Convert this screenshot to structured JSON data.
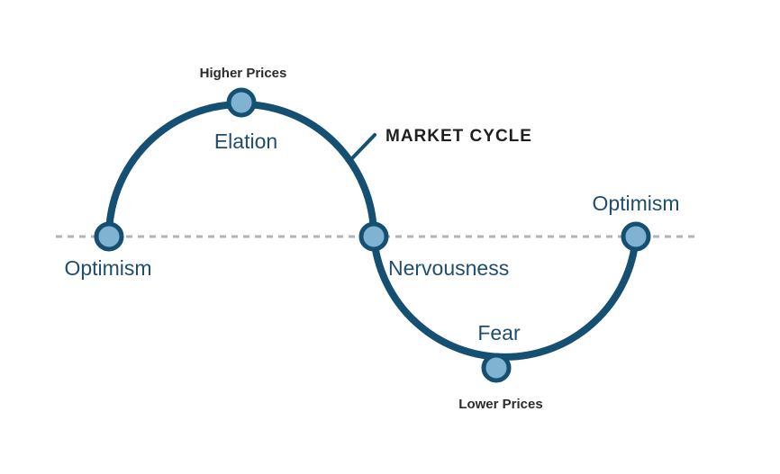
{
  "title": "MARKET CYCLE",
  "labels": {
    "top_marker": "Higher Prices",
    "bottom_marker": "Lower Prices",
    "stage_start": "Optimism",
    "stage_peak": "Elation",
    "stage_cross": "Nervousness",
    "stage_trough": "Fear",
    "stage_end": "Optimism"
  },
  "colors": {
    "curve": "#155072",
    "node_fill": "#7fb3d1",
    "baseline": "#b3b3b3",
    "stage_text": "#1f4d6e",
    "title_text": "#1f1f1f"
  }
}
